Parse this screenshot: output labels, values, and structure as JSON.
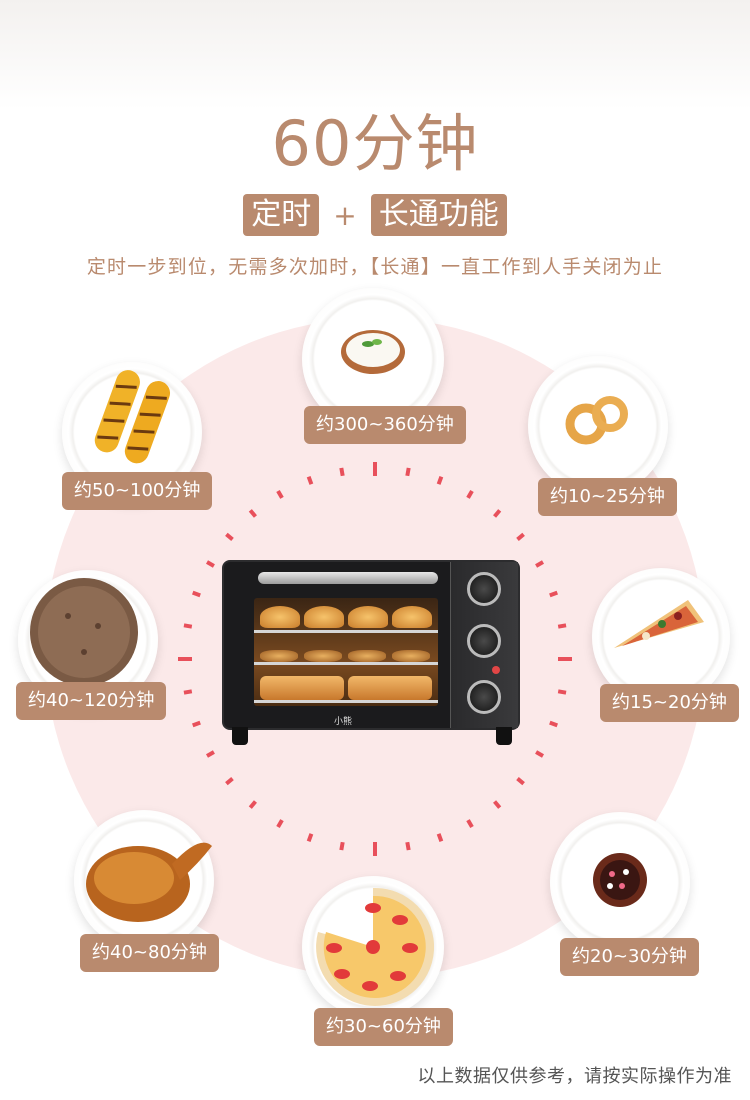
{
  "header": {
    "headline": "60分钟",
    "badge_timer": "定时",
    "plus": "+",
    "badge_continuous": "长通功能",
    "description": "定时一步到位，无需多次加时，【长通】一直工作到人手关闭为止"
  },
  "foods": [
    {
      "id": "yogurt",
      "icon": "yogurt-bowl-icon",
      "time": "约300~360分钟"
    },
    {
      "id": "corn",
      "icon": "grilled-corn-icon",
      "time": "约50~100分钟"
    },
    {
      "id": "cookies",
      "icon": "cookies-icon",
      "time": "约10~25分钟"
    },
    {
      "id": "bread",
      "icon": "round-bread-icon",
      "time": "约40~120分钟"
    },
    {
      "id": "pizza",
      "icon": "pizza-slice-icon",
      "time": "约15~20分钟"
    },
    {
      "id": "chicken",
      "icon": "roast-chicken-icon",
      "time": "约40~80分钟"
    },
    {
      "id": "cake",
      "icon": "fruit-cake-icon",
      "time": "约30~60分钟"
    },
    {
      "id": "cupcake",
      "icon": "chocolate-cupcake-icon",
      "time": "约20~30分钟"
    }
  ],
  "oven": {
    "brand": "小熊"
  },
  "footer": {
    "note": "以上数据仅供参考，请按实际操作为准"
  },
  "colors": {
    "accent": "#b98a6e",
    "disc": "#fbe9e9",
    "tick": "#e8505b"
  }
}
